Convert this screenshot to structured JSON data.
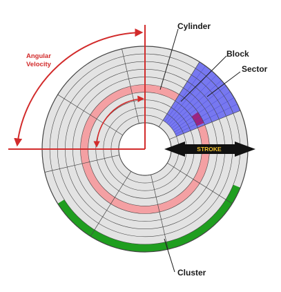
{
  "labels": {
    "cylinder": "Cylinder",
    "block": "Block",
    "sector": "Sector",
    "angular_velocity_line1": "Angular",
    "angular_velocity_line2": "Velocity",
    "stroke": "STROKE",
    "cluster": "Cluster"
  },
  "colors": {
    "platter_fill": "#e3e3e3",
    "track_line": "#444444",
    "cylinder_ring": "#f4a0a3",
    "sector_fill": "#7778f0",
    "block_fill": "#a0247d",
    "cluster_fill": "#1f9e1f",
    "annotation_red": "#d22b2b",
    "stroke_arrow": "#111111",
    "stroke_text": "#f2c230",
    "label_text": "#1a1a1a"
  },
  "disk": {
    "track_count": 10,
    "sector_count": 8
  }
}
